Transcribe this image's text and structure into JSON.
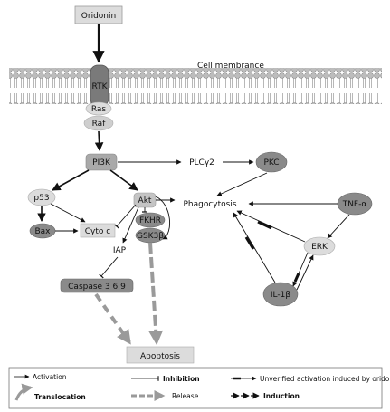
{
  "nodes": {
    "oridonin": "Oridonin",
    "rtk": "RTK",
    "ras": "Ras",
    "raf": "Raf",
    "pi3k": "PI3K",
    "plcg2": "PLCγ2",
    "pkc": "PKC",
    "p53": "p53",
    "akt": "Akt",
    "phagocytosis": "Phagocytosis",
    "tnfa": "TNF-α",
    "bax": "Bax",
    "cytoc": "Cyto c",
    "fkhr": "FKHR",
    "gsk3": "GSK3β",
    "iap": "IAP",
    "erk": "ERK",
    "il1b": "IL-1β",
    "caspase": "Caspase 3 6 9",
    "apoptosis": "Apoptosis"
  },
  "labels": {
    "cell_membrance": "Cell membrance"
  },
  "legend": {
    "activation": "Activation",
    "inhibition": "Inhibition",
    "unverified": "Unverified activation induced by oridonin",
    "translocation": "Translocation",
    "release": "Release",
    "induction": "Induction"
  },
  "colors": {
    "node_light": "#dcdcdc",
    "node_dark": "#8a8a8a",
    "node_mid": "#a9a9a9",
    "arrow_gray": "#9a9a9a",
    "membrane": "#b5b5b5"
  }
}
